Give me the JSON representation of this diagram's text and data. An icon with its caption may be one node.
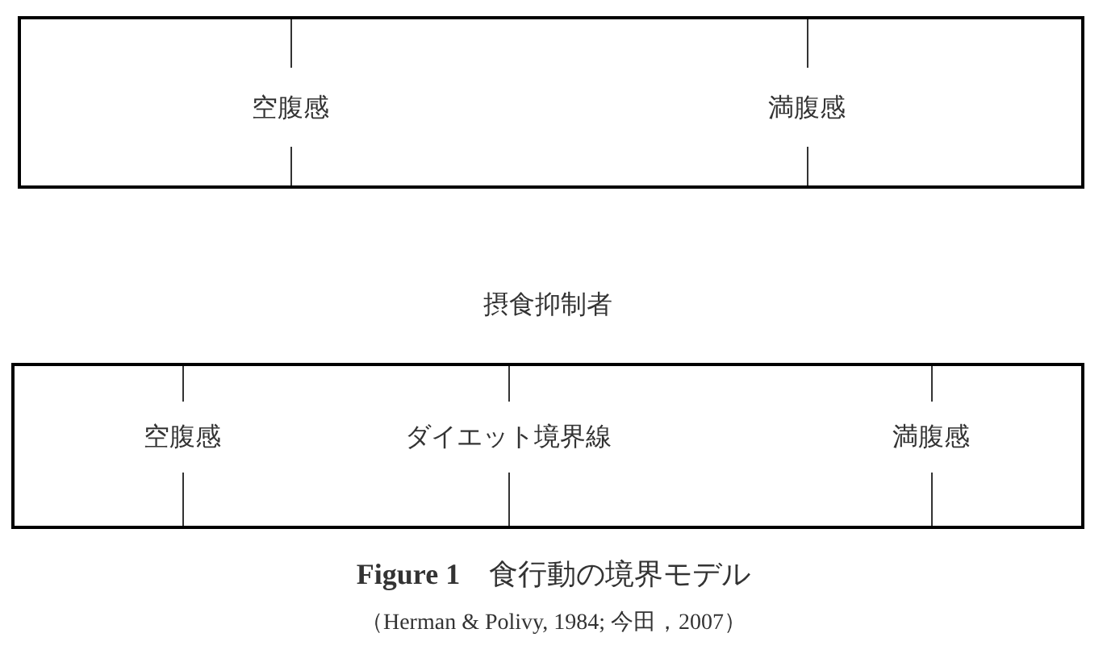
{
  "diagram": {
    "caption": "**Figure 1**　食行動の境界モデル",
    "nodes": [
      {
        "text": [
          "空腹感",
          "満腹感"
        ]
      },
      {
        "text": [
          "空腹感",
          "ダイエット境界線",
          "満腹感"
        ],
        "beside": [
          "摂食抑制者"
        ]
      }
    ],
    "labels": [
      "（Herman & Polivy, 1984; 今田，2007）"
    ]
  }
}
